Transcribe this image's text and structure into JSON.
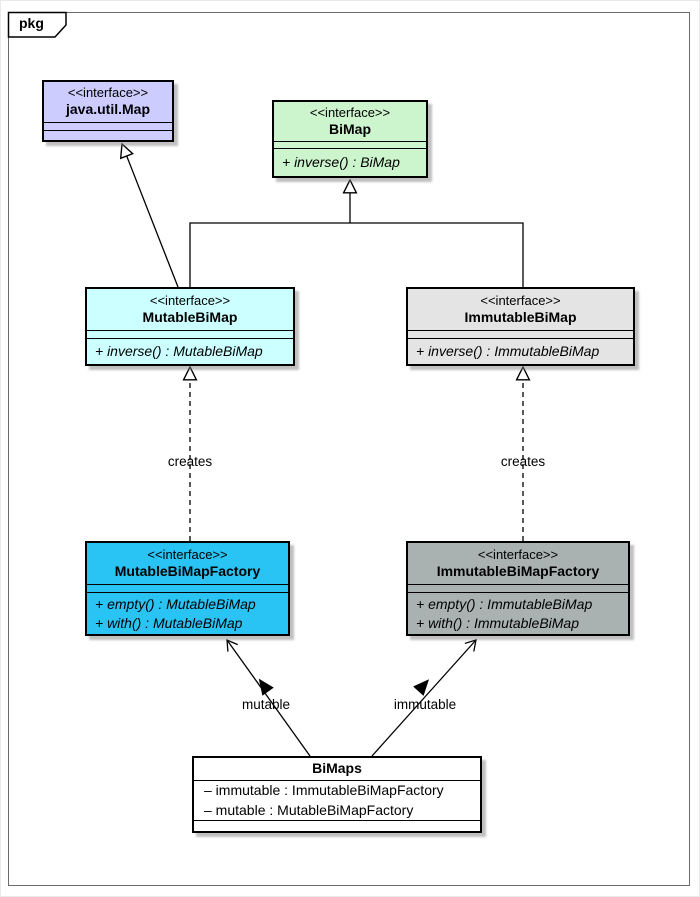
{
  "frame": {
    "tag": "pkg"
  },
  "colors": {
    "map_fill": "#ccccff",
    "bimap_fill": "#cdf5cd",
    "mutable_bimap_fill": "#ccffff",
    "immutable_bimap_fill": "#e4e4e4",
    "mutable_factory_fill": "#29c3f4",
    "immutable_factory_fill": "#a9b1b1",
    "bimaps_fill": "#ffffff",
    "line_color": "#000000"
  },
  "classes": {
    "map": {
      "stereotype": "<<interface>>",
      "name": "java.util.Map"
    },
    "bimap": {
      "stereotype": "<<interface>>",
      "name": "BiMap",
      "operations": [
        "+ inverse() : BiMap"
      ]
    },
    "mutable_bimap": {
      "stereotype": "<<interface>>",
      "name": "MutableBiMap",
      "operations": [
        "+ inverse() : MutableBiMap"
      ]
    },
    "immutable_bimap": {
      "stereotype": "<<interface>>",
      "name": "ImmutableBiMap",
      "operations": [
        "+ inverse() : ImmutableBiMap"
      ]
    },
    "mutable_factory": {
      "stereotype": "<<interface>>",
      "name": "MutableBiMapFactory",
      "operations": [
        "+ empty() : MutableBiMap",
        "+ with() : MutableBiMap"
      ]
    },
    "immutable_factory": {
      "stereotype": "<<interface>>",
      "name": "ImmutableBiMapFactory",
      "operations": [
        "+ empty() : ImmutableBiMap",
        "+ with() : ImmutableBiMap"
      ]
    },
    "bimaps": {
      "name": "BiMaps",
      "attributes": [
        "– immutable : ImmutableBiMapFactory",
        "– mutable : MutableBiMapFactory"
      ]
    }
  },
  "edge_labels": {
    "creates_left": "creates",
    "creates_right": "creates",
    "mutable": "mutable",
    "immutable": "immutable"
  }
}
